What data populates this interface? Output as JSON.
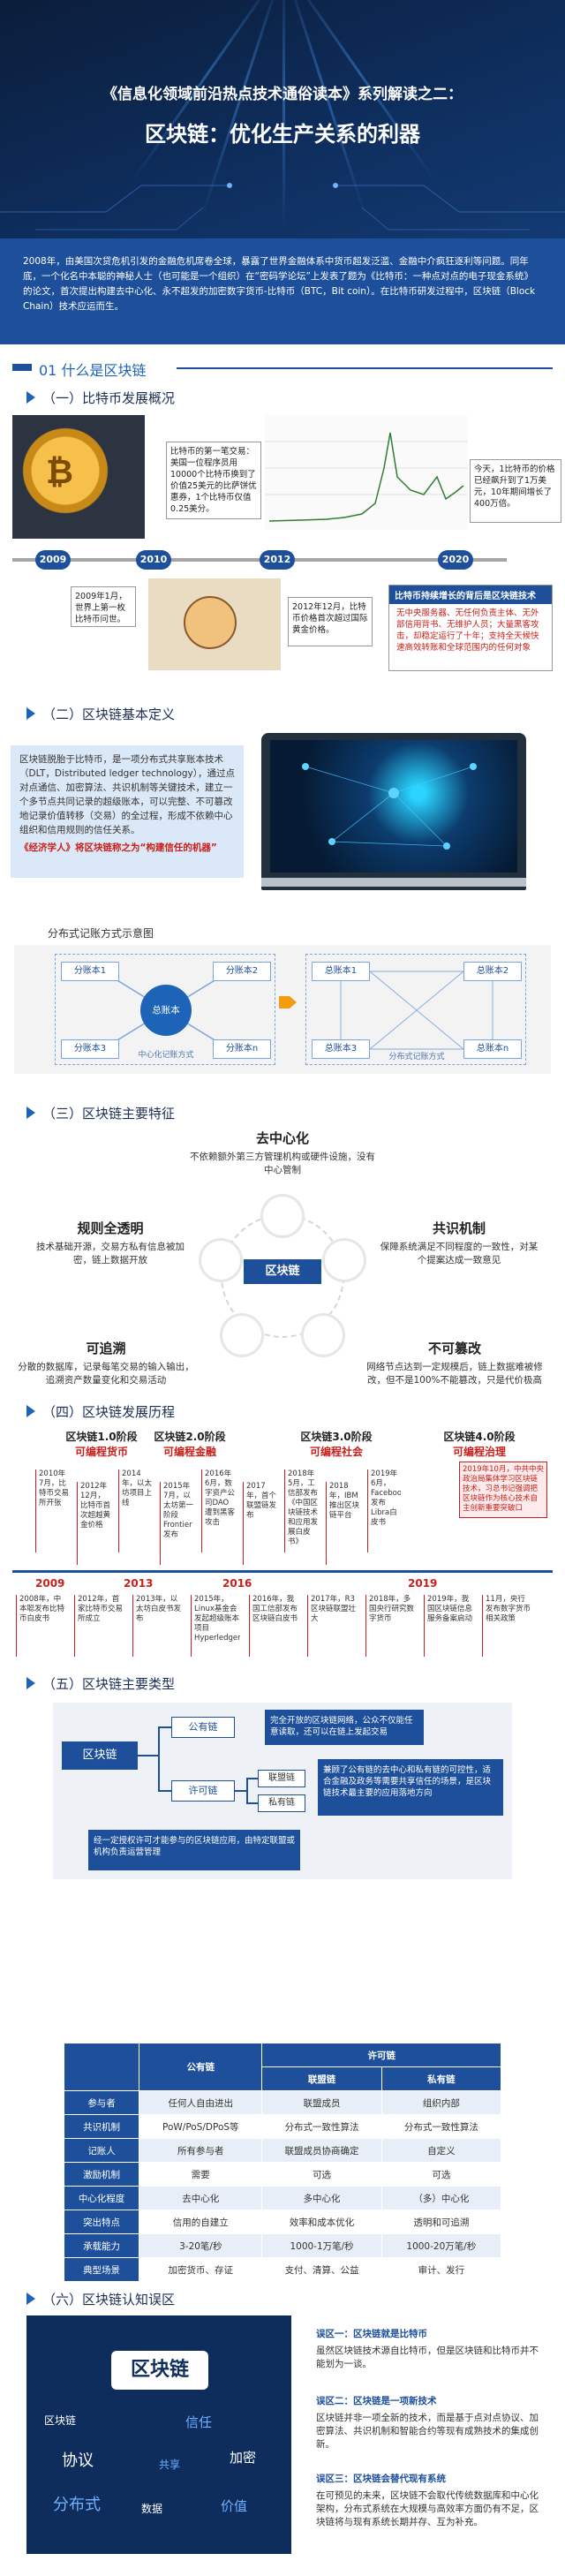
{
  "hero": {
    "title1": "《信息化领域前沿热点技术通俗读本》系列解读之二：",
    "title2": "区块链：优化生产关系的利器"
  },
  "intro": "2008年，由美国次贷危机引发的金融危机席卷全球，暴露了世界金融体系中货币超发泛滥、金融中介疯狂逐利等问题。同年底，一个化名中本聪的神秘人士（也可能是一个组织）在“密码学论坛”上发表了题为《比特币：一种点对点的电子现金系统》的论文，首次提出构建去中心化、永不超发的加密数字货币-比特币（BTC，Bit coin）。在比特币研发过程中，区块链（Block Chain）技术应运而生。",
  "sec1": {
    "num": "01",
    "title": "什么是区块链"
  },
  "h_history": "（一）比特币发展概况",
  "history": {
    "box_2010": "比特币的第一笔交易：美国一位程序员用10000个比特币换到了价值25美元的比萨饼优惠券，1个比特币仅值0.25美分。",
    "box_2009": "2009年1月，世界上第一枚比特币问世。",
    "box_2012": "2012年12月，比特币价格首次超过国际黄金价格。",
    "box_2020": "今天，1比特币的价格已经飙升到了1万美元，10年期间增长了400万倍。",
    "years": [
      "2009",
      "2010",
      "2012",
      "2020"
    ],
    "red_title": "比特币持续增长的背后是区块链技术",
    "red_body": "无中央服务器、无任何负责主体、无外部信用背书、无维护人员；大量黑客攻击，却稳定运行了十年；支持全天候快速高效转账和全球范围内的任何对象"
  },
  "h_def": "（二）区块链基本定义",
  "def": {
    "text": "区块链脱胎于比特币，是一项分布式共享账本技术（DLT，Distributed ledger technology），通过点对点通信、加密算法、共识机制等关键技术，建立一个多节点共同记录的超级账本，可以完整、不可篡改地记录价值转移（交易）的全过程，形成不依赖中心组织和信用规则的信任关系。",
    "quote": "《经济学人》将区块链称之为“构建信任的机器”"
  },
  "diagram": {
    "title": "分布式记账方式示意图",
    "left_nodes": [
      "分账本1",
      "分账本2",
      "分账本3",
      "分账本n"
    ],
    "center": "总账本",
    "left_caption": "中心化记账方式",
    "right_nodes": [
      "总账本1",
      "总账本2",
      "总账本3",
      "总账本n"
    ],
    "right_caption": "分布式记账方式"
  },
  "h_feat": "（三）区块链主要特征",
  "features": {
    "center": "区块链",
    "decentral": {
      "title": "去中心化",
      "text": "不依赖额外第三方管理机构或硬件设施，没有中心管制"
    },
    "rule": {
      "title": "规则全透明",
      "text": "技术基础开源，交易方私有信息被加密，链上数据开放"
    },
    "consensus": {
      "title": "共识机制",
      "text": "保障系统满足不同程度的一致性，对某个提案达成一致意见"
    },
    "trace": {
      "title": "可追溯",
      "text": "分散的数据库，记录每笔交易的输入输出，追溯资产数量变化和交易活动"
    },
    "immut": {
      "title": "不可篡改",
      "text": "网络节点达到一定规模后，链上数据难被修改，但不是100%不能篡改，只是代价极高"
    }
  },
  "h_dev": "（四）区块链发展历程",
  "dev": {
    "stages": [
      {
        "title": "区块链1.0阶段",
        "sub": "可编程货币"
      },
      {
        "title": "区块链2.0阶段",
        "sub": "可编程金融"
      },
      {
        "title": "区块链3.0阶段",
        "sub": "可编程社会"
      },
      {
        "title": "区块链4.0阶段",
        "sub": "可编程治理"
      }
    ],
    "years": [
      "2009",
      "2013",
      "2016",
      "2019"
    ],
    "top_events": [
      "2010年7月，比特币交易所开张",
      "2012年12月，比特币首次超越黄金价格",
      "2014年，以太坊项目上线",
      "2015年7月，以太坊第一阶段Frontier发布",
      "2016年6月，数字资产公司DAO遭到黑客攻击",
      "2017年，首个联盟链发布",
      "2018年5月，工信部发布《中国区块链技术和应用发展白皮书》",
      "2018年，IBM推出区块链平台",
      "2019年6月，Facebook发布Libra白皮书",
      "2019年10月，中共中央政治局集体学习区块链技术"
    ],
    "bottom_events": [
      "2008年，中本聪发布比特币白皮书",
      "2012年，首家比特币交易所成立",
      "2013年，以太坊白皮书发布",
      "2015年，Linux基金会发起超级账本项目Hyperledger",
      "2016年，我国工信部发布区块链白皮书",
      "2017年，R3区块链联盟壮大",
      "2018年，多国央行研究数字货币",
      "2019年，我国区块链信息服务备案启动",
      "11月，央行发布数字货币相关政策"
    ],
    "highlight": "2019年10月，中共中央政治局集体学习区块链技术，习总书记强调把区块链作为核心技术自主创新重要突破口"
  },
  "h_types": "（五）区块链主要类型",
  "types": {
    "root": "区块链",
    "public": "公有链",
    "permission": "许可链",
    "consortium": "联盟链",
    "private": "私有链",
    "note_public": "完全开放的区块链网络，公众不仅能任意读取，还可以在链上发起交易",
    "note_perm": "兼顾了公有链的去中心和私有链的可控性，适合金融及政务等需要共享信任的场景，是区块链技术最主要的应用落地方向",
    "note_bottom": "经一定授权许可才能参与的区块链应用，由特定联盟或机构负责运营管理",
    "table_head": [
      "",
      "公有链",
      "许可链"
    ],
    "table_sub": [
      "联盟链",
      "私有链"
    ],
    "rows": [
      [
        "参与者",
        "任何人自由进出",
        "联盟成员",
        "组织内部"
      ],
      [
        "共识机制",
        "PoW/PoS/DPoS等",
        "分布式一致性算法",
        "分布式一致性算法"
      ],
      [
        "记账人",
        "所有参与者",
        "联盟成员协商确定",
        "自定义"
      ],
      [
        "激励机制",
        "需要",
        "可选",
        "可选"
      ],
      [
        "中心化程度",
        "去中心化",
        "多中心化",
        "（多）中心化"
      ],
      [
        "突出特点",
        "信用的自建立",
        "效率和成本优化",
        "透明和可追溯"
      ],
      [
        "承载能力",
        "3-20笔/秒",
        "1000-1万笔/秒",
        "1000-20万笔/秒"
      ],
      [
        "典型场景",
        "加密货币、存证",
        "支付、清算、公益",
        "审计、发行"
      ]
    ]
  },
  "h_mis": "（六）区块链认知误区",
  "mis": {
    "badge": "区块链",
    "tags": [
      "区块链",
      "信任",
      "协议",
      "共享",
      "加密",
      "分布式",
      "数据",
      "价值"
    ],
    "m1_title": "误区一：区块链就是比特币",
    "m1_text": "虽然区块链技术源自比特币，但是区块链和比特币并不能划为一谈。",
    "m2_title": "误区二：区块链是一项新技术",
    "m2_text": "区块链并非一项全新的技术，而是基于点对点协议、加密算法、共识机制和智能合约等现有成熟技术的集成创新。",
    "m3_title": "误区三：区块链会替代现有系统",
    "m3_text": "在可预见的未来，区块链不会取代传统数据库和中心化架构，分布式系统在大规模与高效率方面仍有不足，区块链将与现有系统长期并存、互为补充。"
  },
  "colors": {
    "navy": "#1d4f9b",
    "red": "#c9201b",
    "dark": "#0b1d3a"
  }
}
